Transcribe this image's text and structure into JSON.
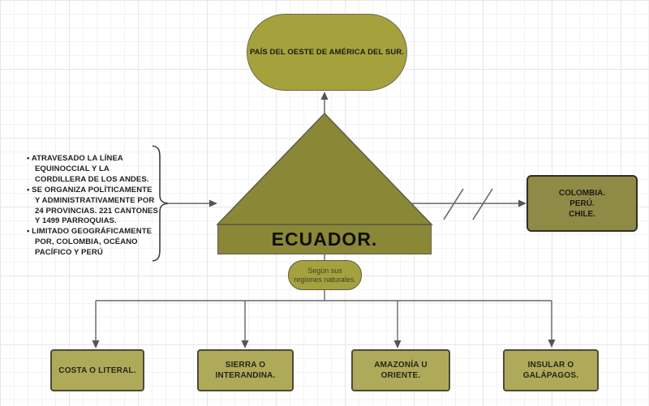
{
  "diagram": {
    "top_node": {
      "label": "PAÍS DEL OESTE DE AMÉRICA DEL SUR."
    },
    "main_node": {
      "label": "ECUADOR."
    },
    "facts": [
      "• ATRAVESADO LA LÍNEA\nEQUINOCCIAL Y LA\nCORDILLERA DE LOS ANDES.",
      "• SE ORGANIZA POLÍTICAMENTE\nY ADMINISTRATIVAMENTE POR\n24 PROVINCIAS. 221 CANTONES\nY 1499 PARROQUIAS.",
      "• LIMITADO GEOGRÁFICAMENTE\nPOR, COLOMBIA, OCÉANO\nPACÍFICO Y PERÚ"
    ],
    "neighbor_node": {
      "label": "COLOMBIA.\nPERÚ.\nCHILE."
    },
    "qualifier_node": {
      "label": "Según sus\nregiones naturales."
    },
    "regions": [
      {
        "label": "COSTA O LITERAL."
      },
      {
        "label": "SIERRA O\nINTERANDINA."
      },
      {
        "label": "AMAZONÍA U\nORIENTE."
      },
      {
        "label": "INSULAR O\nGALÁPAGOS."
      }
    ],
    "colors": {
      "node_fill": "#a5a23e",
      "pyramid_fill": "#8a8837",
      "region_fill": "#aeaa5a",
      "neighbor_fill": "#8f8b47",
      "connector": "#666666",
      "border_dark": "#2f2e22",
      "text": "#1c1c14",
      "grid_minor": "#f3f3f3",
      "grid_major": "#e6e6e6",
      "background": "#ffffff"
    }
  }
}
